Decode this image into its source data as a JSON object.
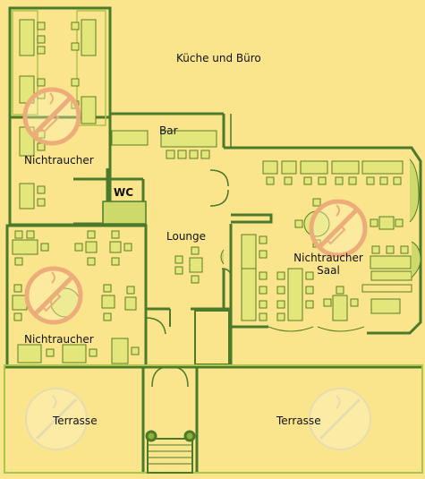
{
  "labels": {
    "kitchen_office": "Küche und Büro",
    "bar": "Bar",
    "wc": "WC",
    "non_smoking_left_top": "Nichtraucher",
    "lounge": "Lounge",
    "non_smoking_hall_line1": "Nichtraucher",
    "non_smoking_hall_line2": "Saal",
    "non_smoking_left_bottom": "Nichtraucher",
    "terrace_left": "Terrasse",
    "terrace_right": "Terrasse"
  },
  "colors": {
    "background": "#fbe58c",
    "wall": "#4b7a2a",
    "wall_light": "#a9c54a",
    "floor": "#fbe58c",
    "furniture_fill": "#e3e67a",
    "furniture_stroke": "#5c7f24",
    "no_smoking_sign": "#e9703a"
  },
  "icons": [
    "no-smoking-icon"
  ]
}
